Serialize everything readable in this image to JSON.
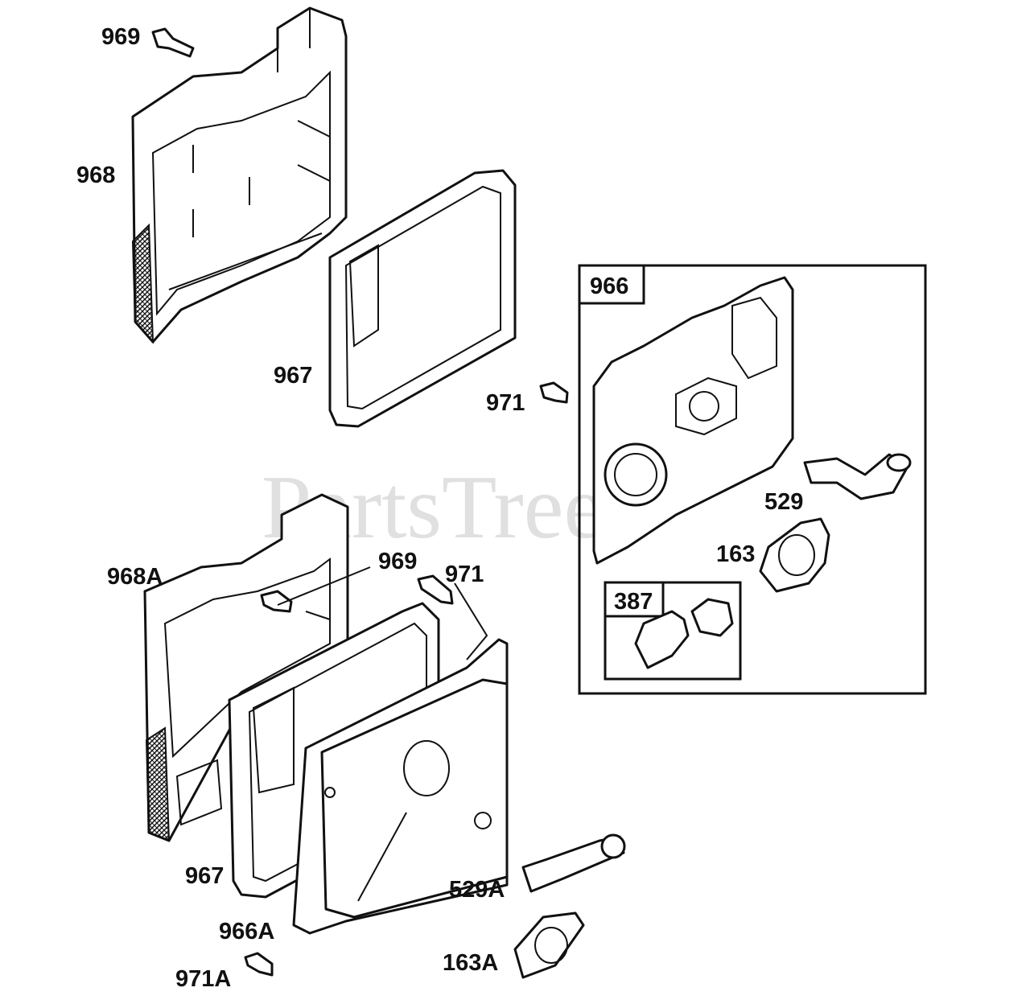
{
  "watermark": "PartsTree",
  "labels": {
    "p969_top": "969",
    "p968": "968",
    "p967_top": "967",
    "p971": "971",
    "p966": "966",
    "p529": "529",
    "p163": "163",
    "p387": "387",
    "p968A": "968A",
    "p969_mid": "969",
    "p971_mid": "971",
    "p967_bottom": "967",
    "p966A": "966A",
    "p529A": "529A",
    "p163A": "163A",
    "p971A": "971A"
  }
}
